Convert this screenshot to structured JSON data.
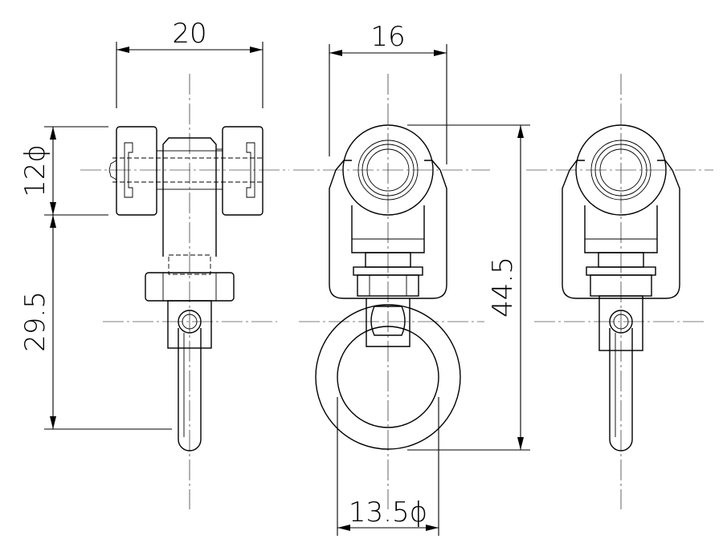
{
  "drawing": {
    "dimensions": {
      "top_left": "20",
      "top_middle": "16",
      "left_upper": "12ϕ",
      "left_lower": "29.5",
      "right_vertical": "44.5",
      "bottom": "13.5ϕ"
    }
  }
}
